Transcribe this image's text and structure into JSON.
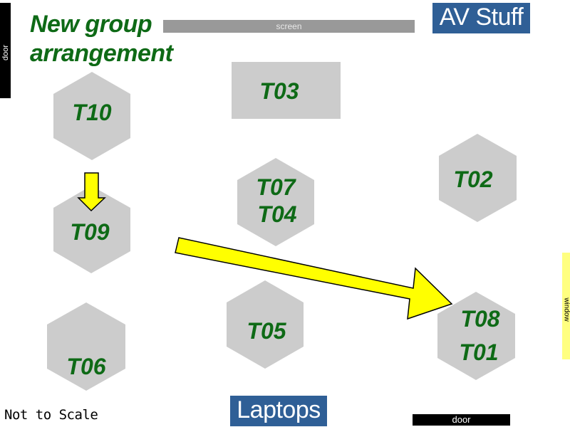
{
  "title": {
    "line1": "New group",
    "line2": "arrangement"
  },
  "screen_label": "screen",
  "av_label": "AV Stuff",
  "laptops_label": "Laptops",
  "door_left_label": "door",
  "door_bottom_label": "door",
  "window_label": "window",
  "note": "Not to Scale",
  "colors": {
    "label_green": "#0e6a16",
    "table_gray": "#cccccc",
    "box_blue": "#2f5f96",
    "screen_gray": "#999999",
    "arrow_yellow": "#ffff00",
    "window_yellow": "#ffff80"
  },
  "tables": [
    {
      "id": "T03",
      "lines": [
        "T03"
      ]
    },
    {
      "id": "T10",
      "lines": [
        "T10"
      ]
    },
    {
      "id": "T09",
      "lines": [
        "T09"
      ]
    },
    {
      "id": "T06",
      "lines": [
        "T06"
      ]
    },
    {
      "id": "T07-T04",
      "lines": [
        "T07",
        "T04"
      ]
    },
    {
      "id": "T05",
      "lines": [
        "T05"
      ]
    },
    {
      "id": "T02",
      "lines": [
        "T02"
      ]
    },
    {
      "id": "T08-T01",
      "lines": [
        "T08",
        "T01"
      ]
    }
  ],
  "arrows": [
    {
      "name": "arrow-t10-to-t09",
      "direction": "down"
    },
    {
      "name": "arrow-t09-to-t08",
      "direction": "right"
    }
  ]
}
